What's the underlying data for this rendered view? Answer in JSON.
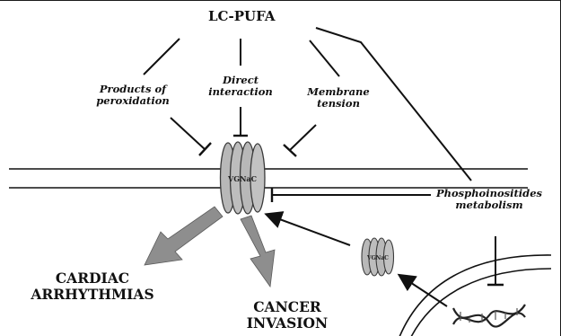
{
  "diagram": {
    "top_label": "LC-PUFA",
    "mechanisms": [
      {
        "line1": "Products of",
        "line2": "peroxidation"
      },
      {
        "line1": "Direct",
        "line2": "interaction"
      },
      {
        "line1": "Membrane",
        "line2": "tension"
      }
    ],
    "channel_label": "VGNaC",
    "side_label": {
      "line1": "Phosphoinositides",
      "line2": "metabolism"
    },
    "outcomes": [
      {
        "line1": "CARDIAC",
        "line2": "ARRHYTHMIAS"
      },
      {
        "line1": "CANCER",
        "line2": "INVASION"
      }
    ],
    "colors": {
      "ink": "#111111",
      "channel_fill": "#b8b8b8",
      "channel_stroke": "#3a3a3a",
      "arrow_fill": "#8e8e8e",
      "dna_stroke": "#222222"
    }
  }
}
